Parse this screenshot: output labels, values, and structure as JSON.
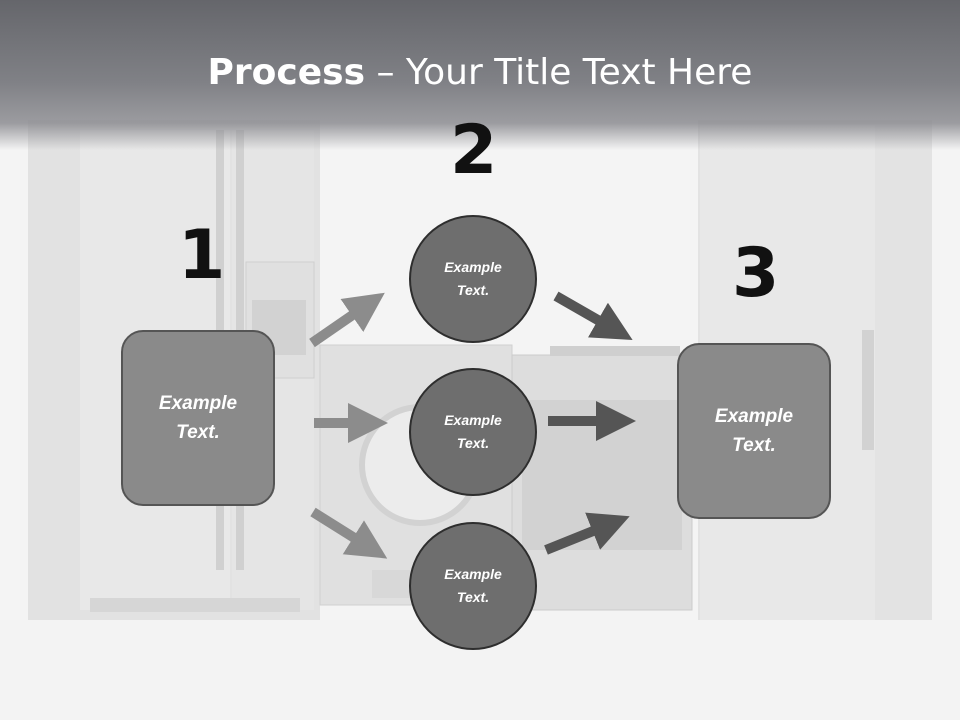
{
  "slide": {
    "title_bold": "Process",
    "title_rest": " – Your Title Text Here",
    "colors": {
      "header": "#6b6c71",
      "box": "#8a8a8a",
      "circle": "#6e6e6e",
      "arrow_light": "#8c8c8c",
      "arrow_dark": "#555555"
    }
  },
  "steps": [
    {
      "number": "1",
      "label": "Example\nText."
    },
    {
      "number": "2",
      "label": "Example\nText."
    },
    {
      "number": "3",
      "label": "Example\nText."
    }
  ],
  "circles": [
    {
      "label": "Example\nText."
    },
    {
      "label": "Example\nText."
    },
    {
      "label": "Example\nText."
    }
  ]
}
